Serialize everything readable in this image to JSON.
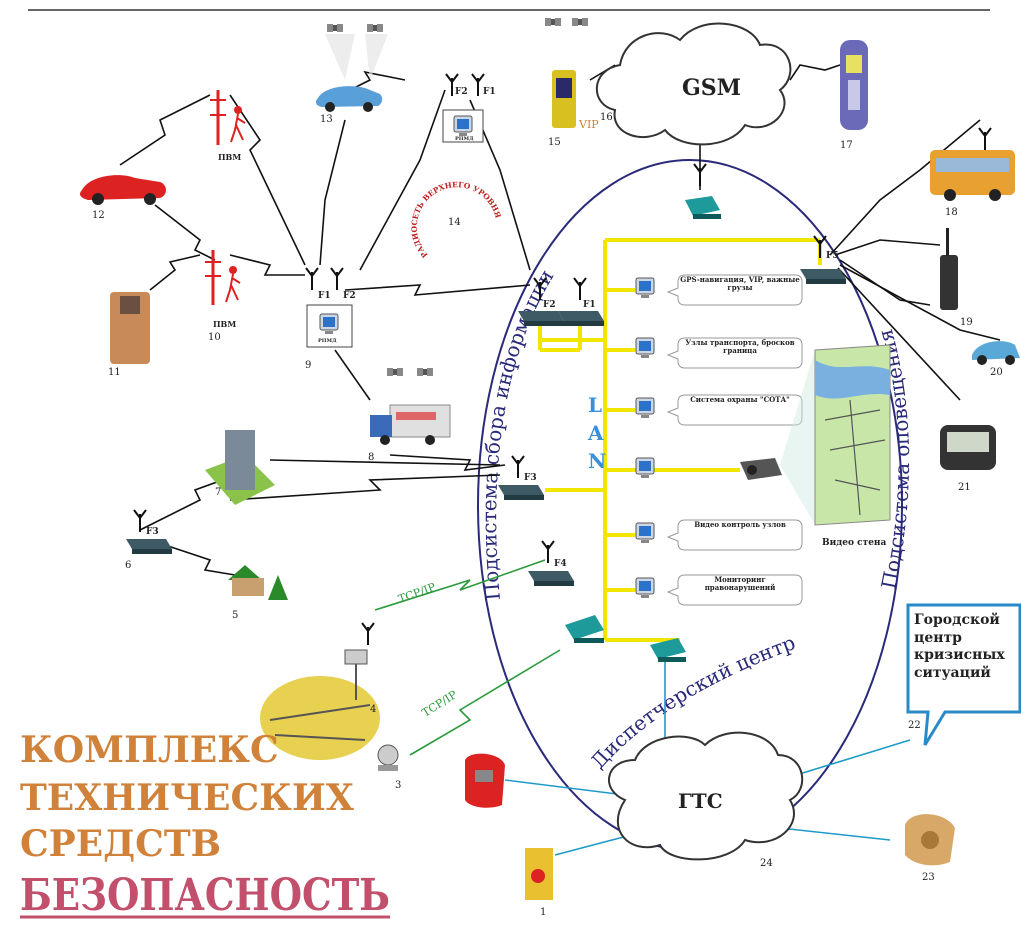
{
  "title": {
    "line1": "КОМПЛЕКС",
    "line2": "ТЕХНИЧЕСКИХ",
    "line3": "СРЕДСТВ",
    "line4": "БЕЗОПАСНОСТЬ"
  },
  "clouds": {
    "gsm": "GSM",
    "gts": "ГТС"
  },
  "ellipse": {
    "top": "Подсистема сбора информации",
    "right": "Подсистема оповещения",
    "bottom": "Диспетчерский центр"
  },
  "lan": {
    "letters": [
      "L",
      "A",
      "N"
    ]
  },
  "radio_ring": "РАДИОСЕТЬ ВЕРХНЕГО УРОВНЯ",
  "protocol": {
    "upper": "TCP/IP",
    "lower": "TCP/IP"
  },
  "vip": "VIP",
  "pvm": [
    "ПВМ",
    "ПВМ"
  ],
  "rpmd": [
    "РПМД",
    "РПМД"
  ],
  "freqs": {
    "top_a": "F2",
    "top_b": "F1",
    "mid_a": "F1",
    "mid_b": "F2",
    "lan_a": "F2",
    "lan_b": "F1",
    "f3": "F3",
    "f3_left": "F3",
    "f4": "F4",
    "f5": "F5"
  },
  "workstations": [
    "GPS-навигация, VIP, важные грузы",
    "Узлы транспорта, бросков граница",
    "Система охраны \"СОТА\"",
    "",
    "Видео контроль узлов",
    "Мониторинг правонарушений"
  ],
  "video_wall": "Видео стена",
  "crisis": "Городской центр кризисных ситуаций",
  "numbers": {
    "n1": "1",
    "n3": "3",
    "n4": "4",
    "n5": "5",
    "n6": "6",
    "n7": "7",
    "n8": "8",
    "n9": "9",
    "n10": "10",
    "n11": "11",
    "n12": "12",
    "n13": "13",
    "n14": "14",
    "n15": "15",
    "n16": "16",
    "n17": "17",
    "n18": "18",
    "n19": "19",
    "n20": "20",
    "n21": "21",
    "n22": "22",
    "n23": "23",
    "n24": "24"
  },
  "colors": {
    "title": "#d0823a",
    "title_accent": "#c2506c",
    "lan": "#f2e600",
    "lan_text": "#3a90d8",
    "ellipse": "#2a2a7a",
    "tcp": "#2a9a3a",
    "gts_link": "#1e9ac8"
  }
}
